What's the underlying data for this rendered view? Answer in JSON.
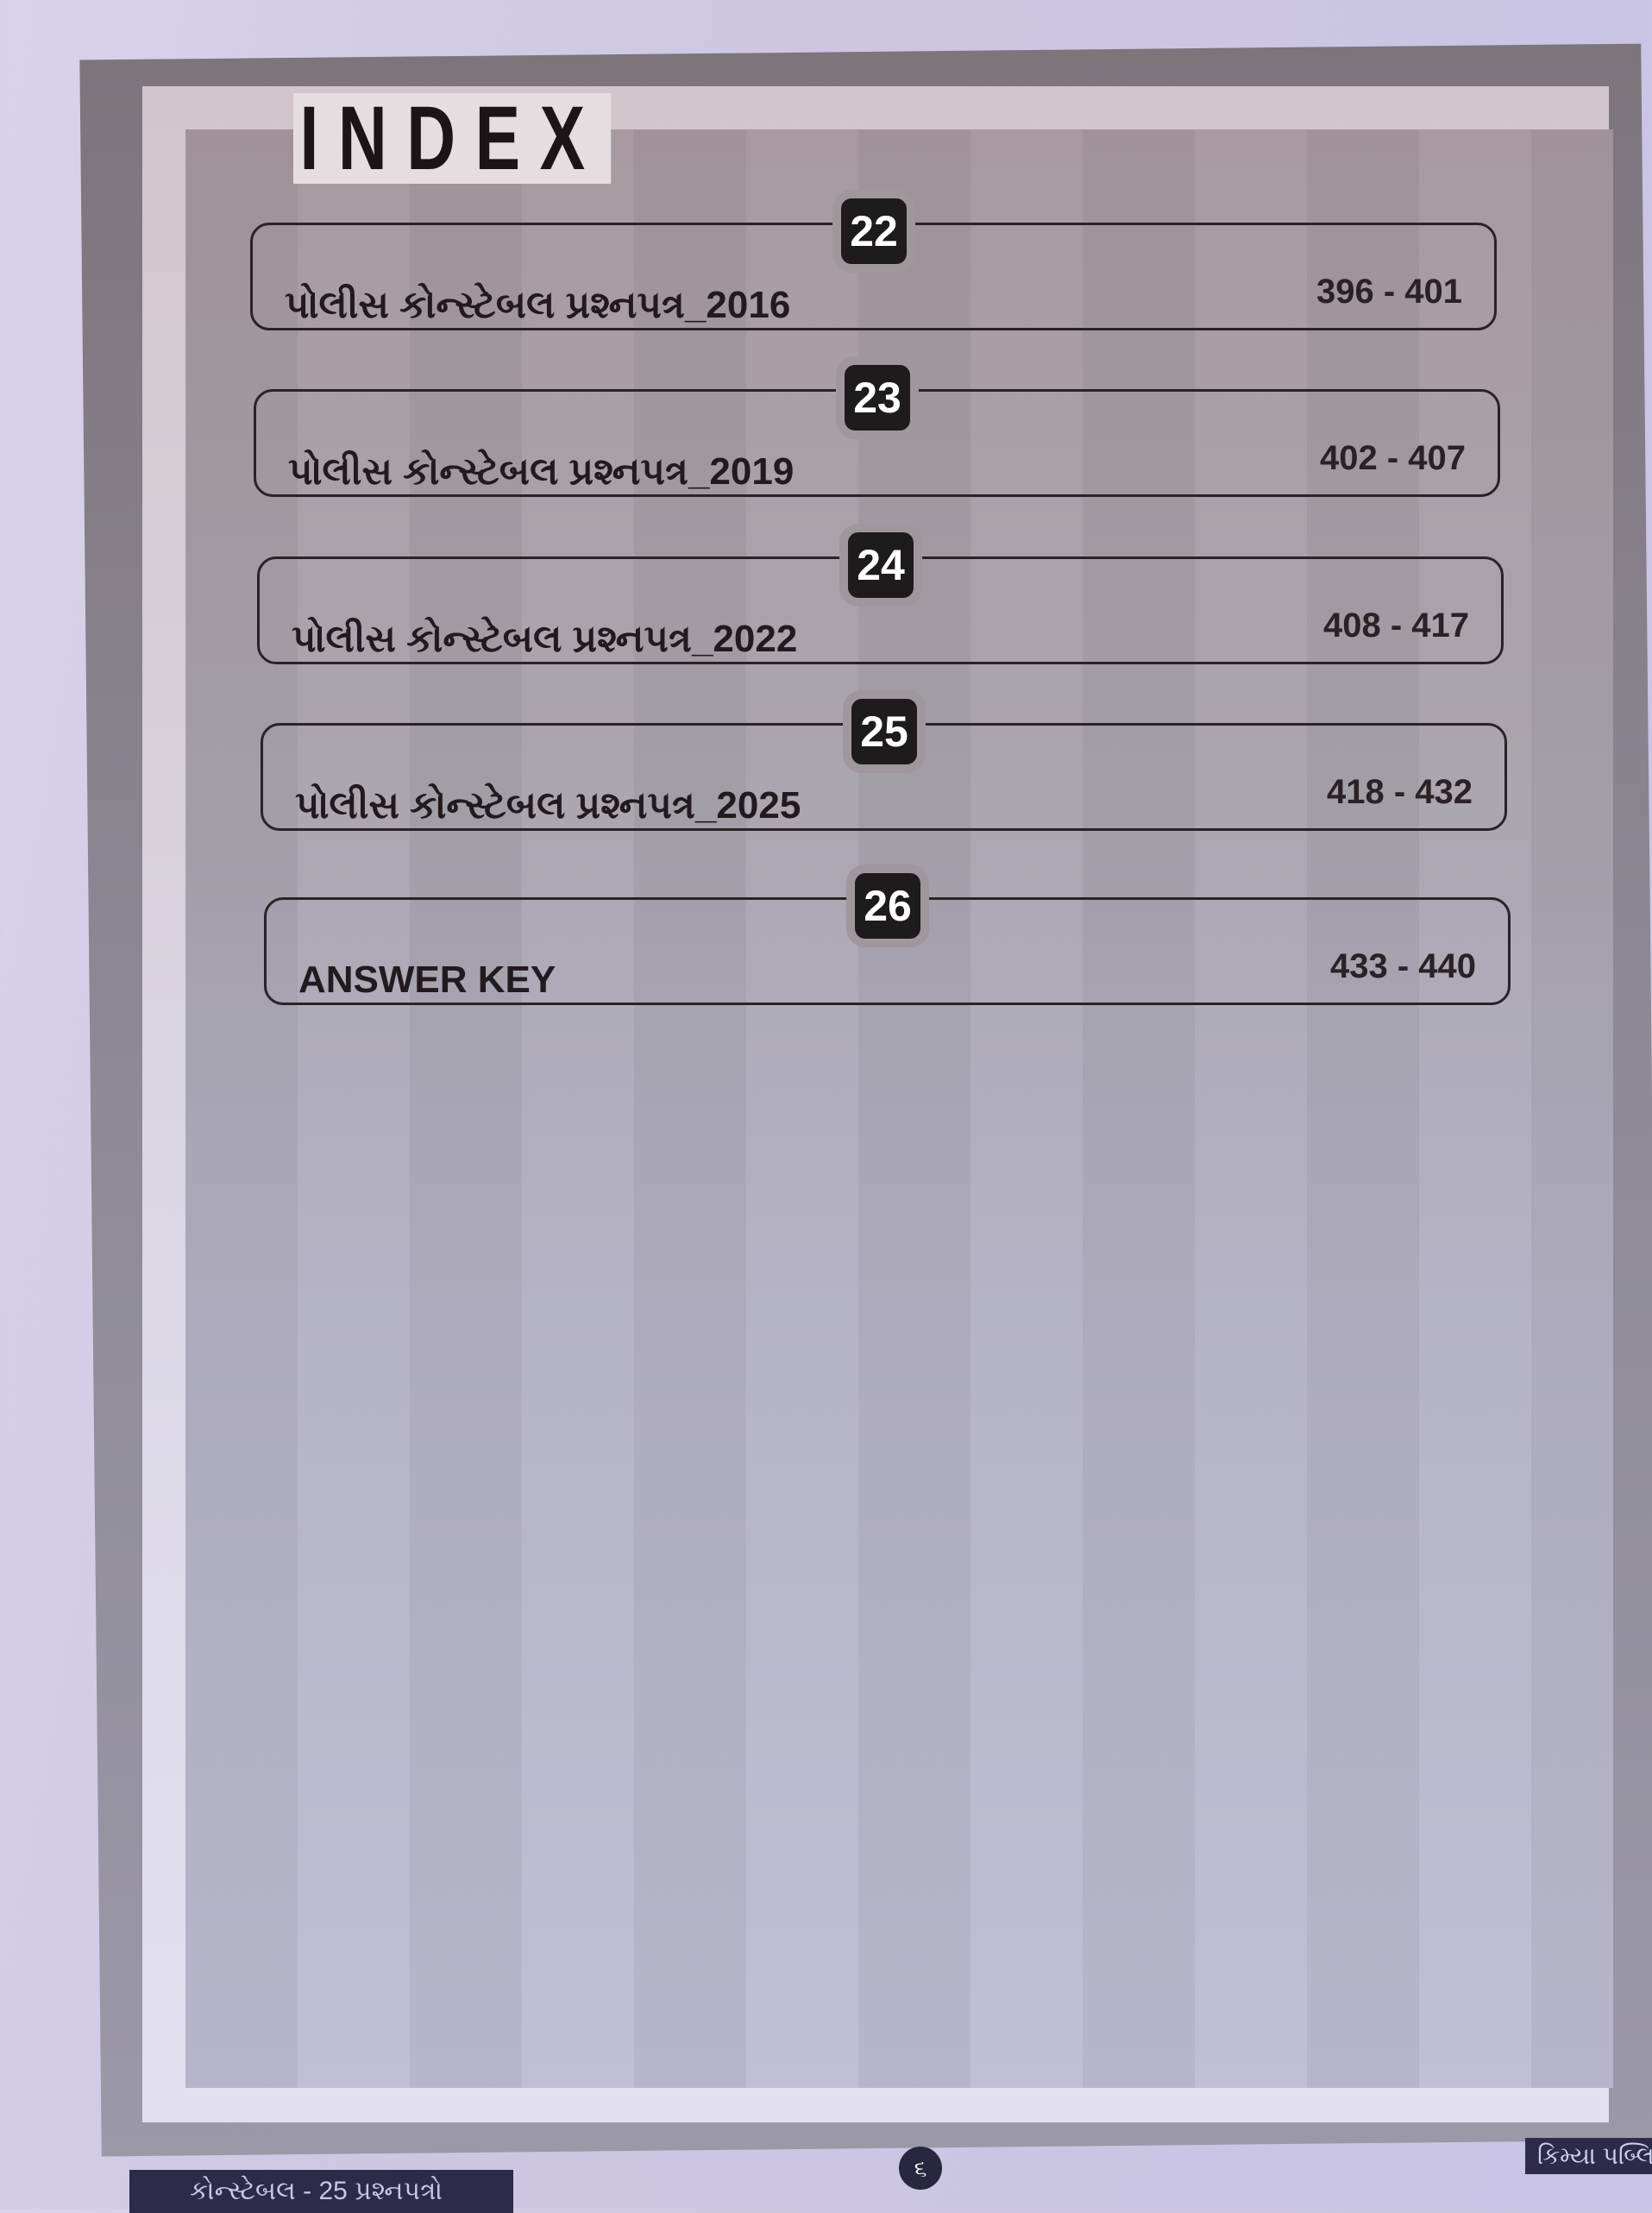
{
  "page": {
    "heading": "INDEX"
  },
  "entries": [
    {
      "number": "22",
      "title": "પોલીસ કોન્સ્ટેબલ પ્રશ્નપત્ર_2016",
      "pages": "396 - 401"
    },
    {
      "number": "23",
      "title": "પોલીસ કોન્સ્ટેબલ પ્રશ્નપત્ર_2019",
      "pages": "402 - 407"
    },
    {
      "number": "24",
      "title": "પોલીસ કોન્સ્ટેબલ પ્રશ્નપત્ર_2022",
      "pages": "408 - 417"
    },
    {
      "number": "25",
      "title": "પોલીસ કોન્સ્ટેબલ પ્રશ્નપત્ર_2025",
      "pages": "418 - 432"
    },
    {
      "number": "26",
      "title": "ANSWER KEY",
      "pages": "433 - 440"
    }
  ],
  "footer": {
    "book_title": "કોન્સ્ટેબલ - 25 પ્રશ્નપત્રો",
    "page_number": "૬",
    "publisher": "કિમ્યા પબ્લિ"
  }
}
